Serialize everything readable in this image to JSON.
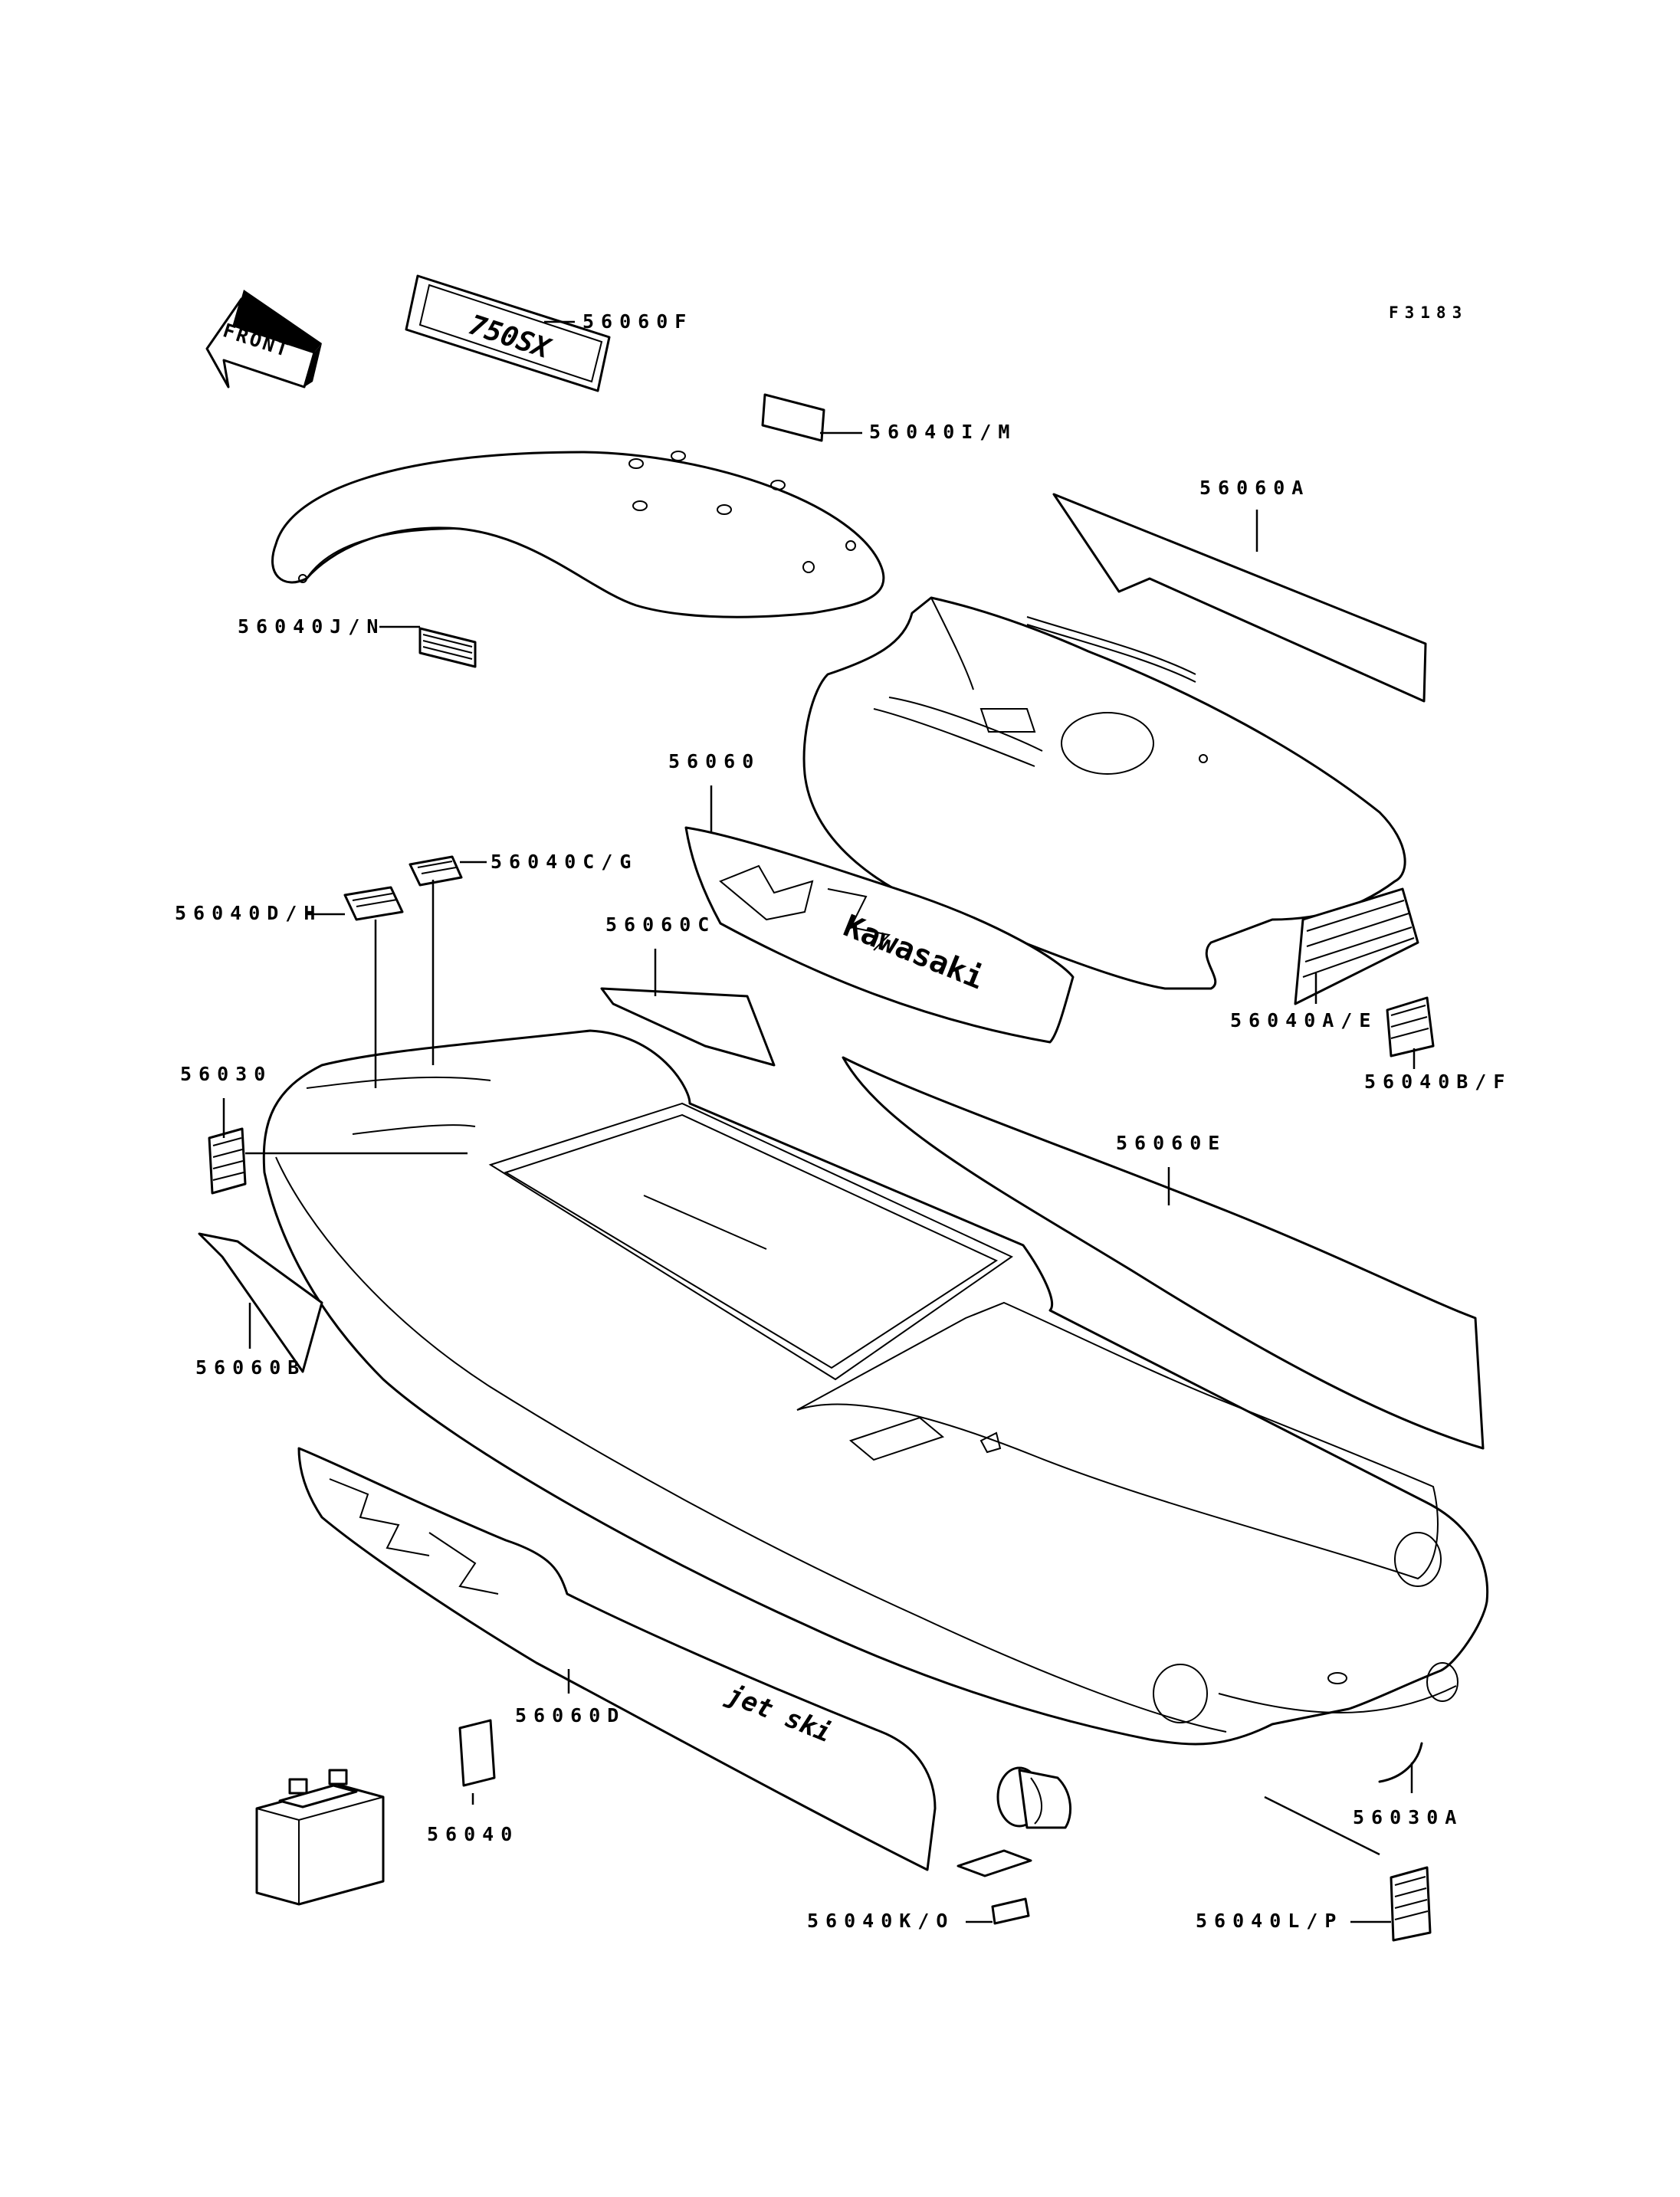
{
  "figure_code": "F3183",
  "front_arrow_text": "FRONT",
  "decal_texts": {
    "model": "750SX",
    "brand": "Kawasaki",
    "jetski": "jet ski"
  },
  "labels": {
    "p56060F": "56060F",
    "p56040IM": "56040I/M",
    "p56060A": "56060A",
    "p56040JN": "56040J/N",
    "p56060": "56060",
    "p56040CG": "56040C/G",
    "p56040DH": "56040D/H",
    "p56060C": "56060C",
    "p56040AE": "56040A/E",
    "p56040BF": "56040B/F",
    "p56030": "56030",
    "p56060E": "56060E",
    "p56060B": "56060B",
    "p56060D": "56060D",
    "p56040": "56040",
    "p56030A": "56030A",
    "p56040KO": "56040K/O",
    "p56040LP": "56040L/P"
  }
}
